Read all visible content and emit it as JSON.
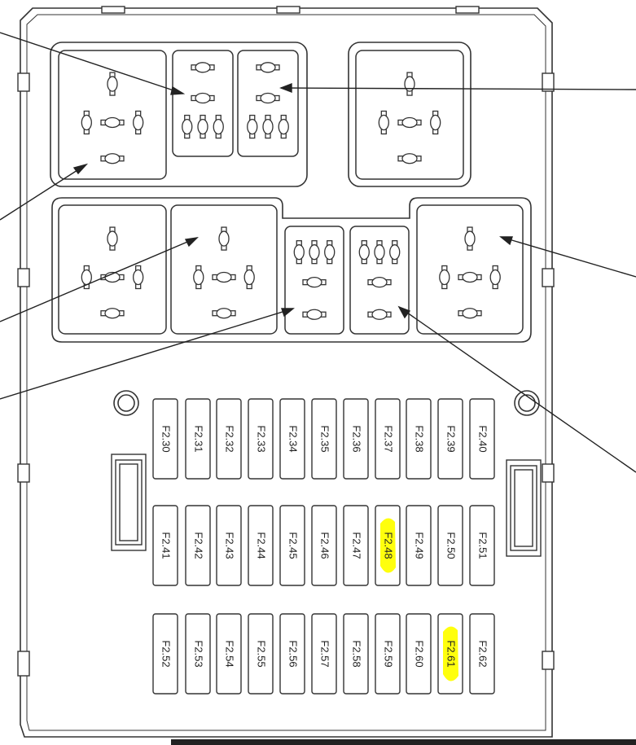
{
  "fuse_rows": [
    [
      "F2.30",
      "F2.31",
      "F2.32",
      "F2.33",
      "F2.34",
      "F2.35",
      "F2.36",
      "F2.37",
      "F2.38",
      "F2.39",
      "F2.40"
    ],
    [
      "F2.41",
      "F2.42",
      "F2.43",
      "F2.44",
      "F2.45",
      "F2.46",
      "F2.47",
      "F2.48",
      "F2.49",
      "F2.50",
      "F2.51"
    ],
    [
      "F2.52",
      "F2.53",
      "F2.54",
      "F2.55",
      "F2.56",
      "F2.57",
      "F2.58",
      "F2.59",
      "F2.60",
      "F2.61",
      "F2.62"
    ]
  ],
  "highlighted_fuses": [
    "F2.48",
    "F2.61"
  ],
  "colors": {
    "highlight": "#ffff00",
    "line": "#333333",
    "background": "#ffffff"
  }
}
